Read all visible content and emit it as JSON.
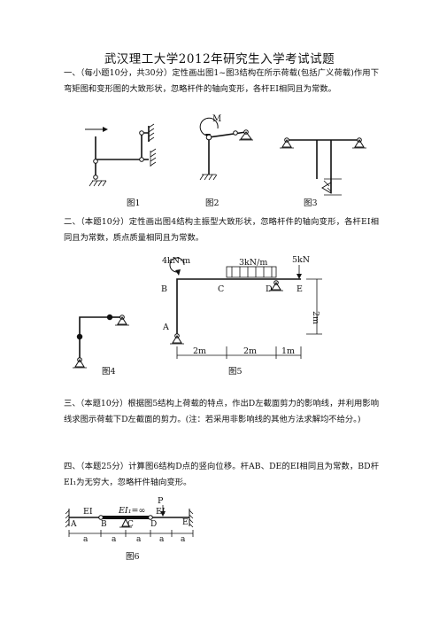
{
  "title": "武汉理工大学2012年研究生入学考试试题",
  "q1": {
    "text": "一、（每小题10分，共30分）定性画出图1~图3结构在所示荷载(包括广义荷载)作用下弯矩图和变形图的大致形状，忽略杆件的轴向变形，各杆EI相同且为常数。"
  },
  "q2": {
    "text": "二、（本题10分）定性画出图4结构主振型大致形状，忽略杆件的轴向变形，各杆EI相同且为常数，质点质量相同且为常数。"
  },
  "q3": {
    "text": "三、（本题10分）根据图5结构上荷载的特点，作出D左截面剪力的影响线，并利用影响线求图示荷载下D左截面的剪力。(注：若采用非影响线的其他方法求解均不给分。)"
  },
  "q4": {
    "text": "四、（本题25分）计算图6结构D点的竖向位移。杆AB、DE的EI相同且为常数，BD杆EI₁为无穷大，忽略杆件轴向变形。"
  },
  "figures": {
    "fig1": {
      "caption": "图1"
    },
    "fig2": {
      "caption": "图2",
      "moment_label": "M"
    },
    "fig3": {
      "caption": "图3"
    },
    "fig4": {
      "caption": "图4"
    },
    "fig5": {
      "caption": "图5",
      "moment_load": "4kN·m",
      "dist_load": "3kN/m",
      "point_load": "5kN",
      "nodes": [
        "A",
        "B",
        "C",
        "D",
        "E"
      ],
      "height_dim": "2m",
      "span_dims": [
        "2m",
        "2m",
        "1m"
      ]
    },
    "fig6": {
      "caption": "图6",
      "ei_left": "EI",
      "ei_mid": "EI₁=∞",
      "ei_right": "EI",
      "load": "P",
      "nodes": [
        "A",
        "B",
        "C",
        "D",
        "E"
      ],
      "span_dims": [
        "a",
        "a",
        "a",
        "a",
        "a"
      ]
    }
  }
}
